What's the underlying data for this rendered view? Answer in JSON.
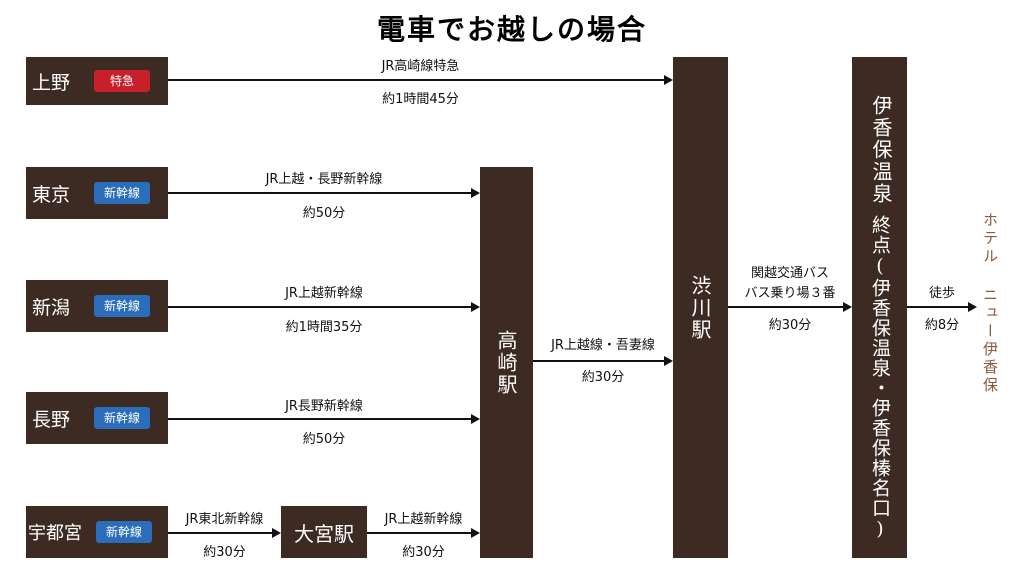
{
  "title": "電車でお越しの場合",
  "origins": {
    "ueno": {
      "name": "上野",
      "badge": "特急"
    },
    "tokyo": {
      "name": "東京",
      "badge": "新幹線"
    },
    "niigata": {
      "name": "新潟",
      "badge": "新幹線"
    },
    "nagano": {
      "name": "長野",
      "badge": "新幹線"
    },
    "utsunomiya": {
      "name": "宇都宮",
      "badge": "新幹線"
    }
  },
  "stations": {
    "omiya": "大宮駅",
    "takasaki": "高崎駅",
    "shibukawa": "渋川駅",
    "ikaho_top": "伊香保温泉",
    "ikaho_bottom": "終点(伊香保温泉・伊香保榛名口)"
  },
  "destination": "ホテル ニュー伊香保",
  "routes": {
    "ueno": {
      "line": "JR高崎線特急",
      "time": "約1時間45分"
    },
    "tokyo": {
      "line": "JR上越・長野新幹線",
      "time": "約50分"
    },
    "niigata": {
      "line": "JR上越新幹線",
      "time": "約1時間35分"
    },
    "nagano": {
      "line": "JR長野新幹線",
      "time": "約50分"
    },
    "utsunomiya": {
      "line": "JR東北新幹線",
      "time": "約30分"
    },
    "omiya": {
      "line": "JR上越新幹線",
      "time": "約30分"
    },
    "takasaki": {
      "line": "JR上越線・吾妻線",
      "time": "約30分"
    },
    "shibukawa": {
      "line1": "関越交通バス",
      "line2": "バス乗り場３番",
      "time": "約30分"
    },
    "walk": {
      "line": "徒歩",
      "time": "約8分"
    }
  },
  "colors": {
    "box": "#3d2a22",
    "tokkyu": "#c8202a",
    "shinkansen": "#2a6dbb",
    "destination": "#8b5a3c"
  }
}
